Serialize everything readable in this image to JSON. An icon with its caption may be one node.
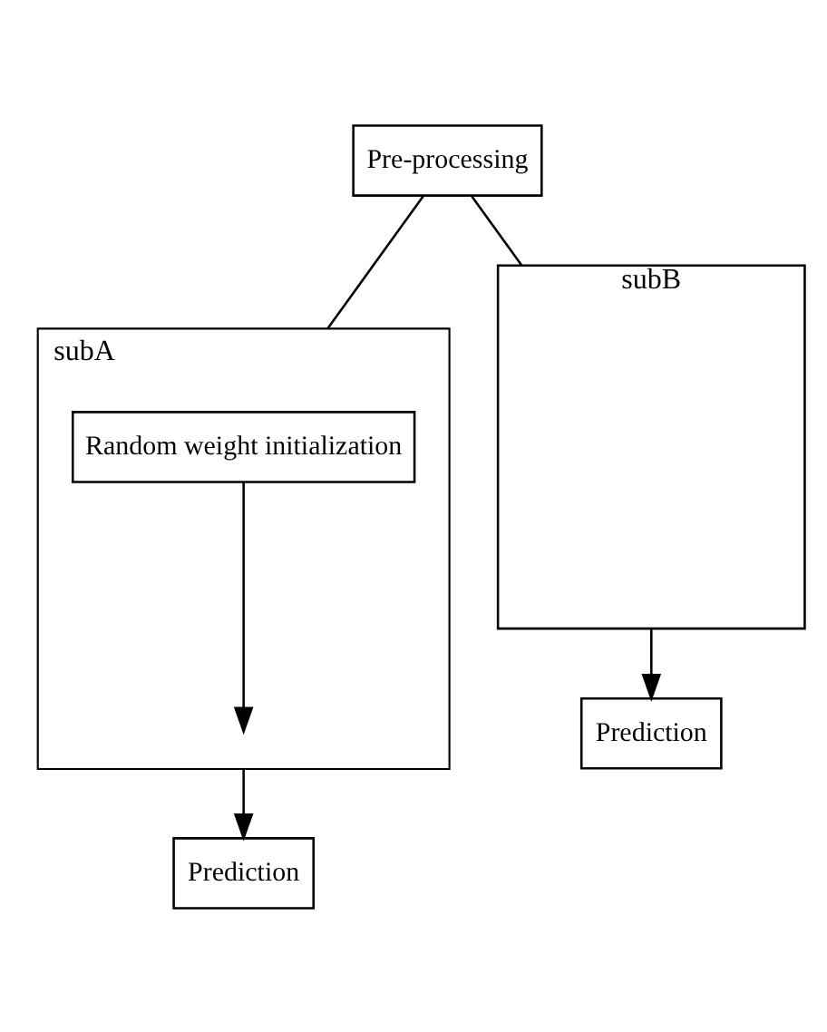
{
  "diagram": {
    "nodes": [
      {
        "text": [
          "Pre-processing"
        ]
      },
      {
        "text": [
          "subA"
        ]
      },
      {
        "text": [
          "Random weight initialization"
        ],
        "in": 1
      },
      {
        "text": [
          "subB"
        ]
      },
      {
        "text": [
          "Prediction"
        ]
      },
      {
        "text": [
          "Prediction"
        ]
      }
    ],
    "edges": [
      {
        "from": 0,
        "to": 1,
        "arrow": "none"
      },
      {
        "from": 0,
        "to": 3,
        "arrow": "none"
      },
      {
        "from": 2,
        "to": null,
        "arrow": "to"
      },
      {
        "from": 1,
        "to": 4,
        "arrow": "to"
      },
      {
        "from": 3,
        "to": 5,
        "arrow": "to"
      }
    ]
  }
}
